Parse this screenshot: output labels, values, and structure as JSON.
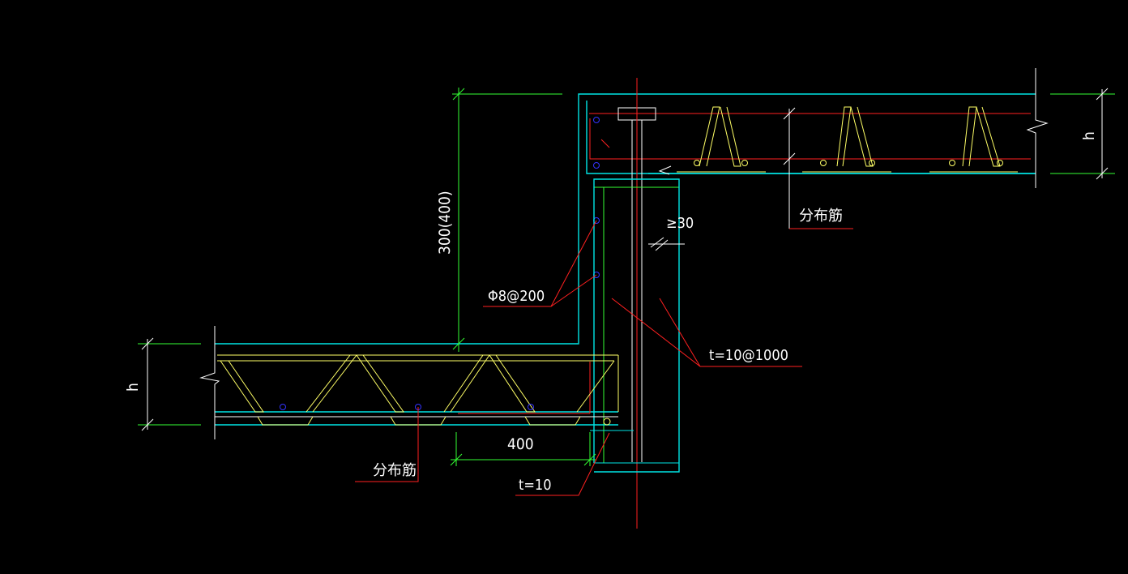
{
  "labels": {
    "dim_height": "300(400)",
    "dim_400": "400",
    "dim_30": "≥30",
    "h_left": "h",
    "h_right": "h",
    "rebar": "Φ8@200",
    "plate_rib": "t=10@1000",
    "plate": "t=10",
    "dist_bar_left": "分布筋",
    "dist_bar_right": "分布筋"
  },
  "colors": {
    "background": "#000000",
    "concrete_outline": "#00ffff",
    "truss": "#ffff66",
    "rebar_line": "#ff2020",
    "dimension": "#33ff33",
    "annotation_text": "#ffffff",
    "rebar_point": "#3333ff",
    "steel_member": "#ffffff",
    "leader": "#ff2020"
  }
}
